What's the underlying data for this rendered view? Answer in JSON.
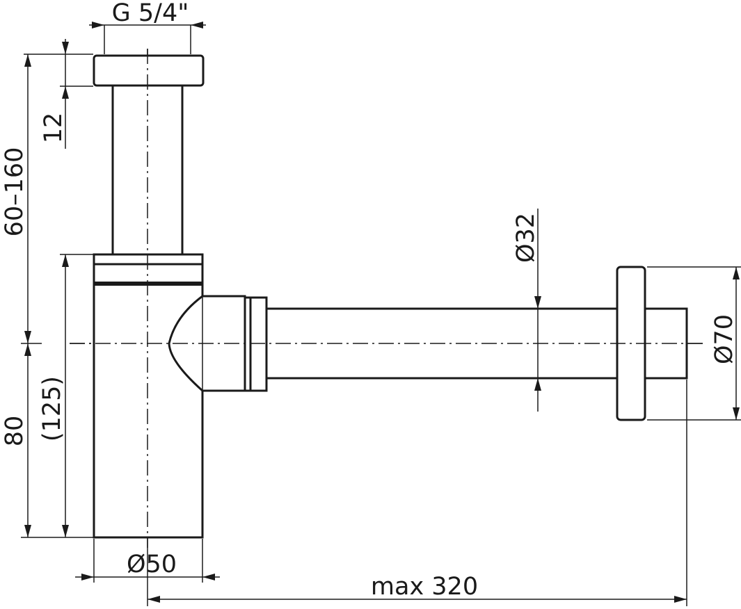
{
  "dimensions": {
    "thread": "G 5/4\"",
    "cap_height": "12",
    "adjust_range": "60–160",
    "outlet_height": "80",
    "outlet_height_alt": "(125)",
    "body_diameter": "Ø50",
    "pipe_diameter": "Ø32",
    "flange_diameter": "Ø70",
    "max_length": "max 320"
  },
  "colors": {
    "line": "#1a1a1a",
    "background": "#ffffff"
  }
}
